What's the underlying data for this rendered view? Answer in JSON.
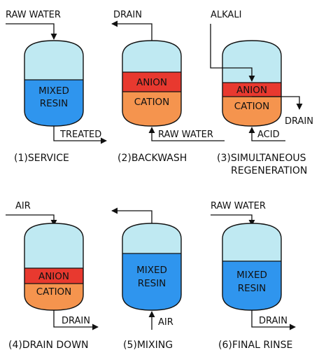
{
  "colors": {
    "water": "#bfe9f2",
    "mixed_resin": "#2f95ee",
    "anion": "#e8392f",
    "cation": "#f5944e",
    "line": "#111111"
  },
  "steps": [
    {
      "caption": "(1)SERVICE",
      "resin": "MIXED\nRESIN",
      "inlet_label": "RAW WATER",
      "outlet_label": "TREATED"
    },
    {
      "caption": "(2)BACKWASH",
      "anion": "ANION",
      "cation": "CATION",
      "top_label": "DRAIN",
      "bottom_label": "RAW WATER"
    },
    {
      "caption_line1": "(3)SIMULTANEOUS",
      "caption_line2": "REGENERATION",
      "anion": "ANION",
      "cation": "CATION",
      "top_label": "ALKALI",
      "side_label": "DRAIN",
      "bottom_label": "ACID"
    },
    {
      "caption": "(4)DRAIN DOWN",
      "anion": "ANION",
      "cation": "CATION",
      "top_label": "AIR",
      "bottom_label": "DRAIN"
    },
    {
      "caption": "(5)MIXING",
      "resin": "MIXED\nRESIN",
      "bottom_label": "AIR"
    },
    {
      "caption": "(6)FINAL RINSE",
      "resin": "MIXED\nRESIN",
      "top_label": "RAW WATER",
      "bottom_label": "DRAIN"
    }
  ]
}
